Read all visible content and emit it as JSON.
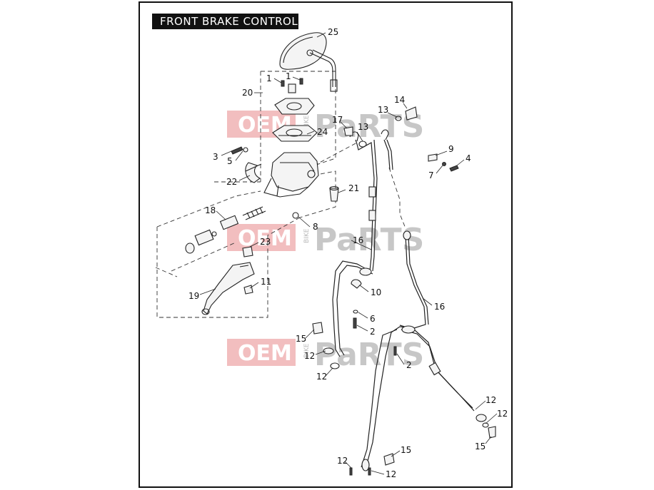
{
  "title": "FRONT BRAKE CONTROL",
  "watermark": {
    "oem": "OEM",
    "bike": "BIKE",
    "parts": "PaRTS",
    "box_color": "#e8898a"
  },
  "callouts": {
    "c25": "25",
    "c1a": "1",
    "c1b": "1",
    "c20": "20",
    "c17": "17",
    "c13a": "13",
    "c24": "24",
    "c14": "14",
    "c13b": "13",
    "c9": "9",
    "c4": "4",
    "c7": "7",
    "c3": "3",
    "c5": "5",
    "c22": "22",
    "c21": "21",
    "c18": "18",
    "c8": "8",
    "c23": "23",
    "c16a": "16",
    "c11": "11",
    "c19": "19",
    "c10": "10",
    "c16b": "16",
    "c6": "6",
    "c2a": "2",
    "c15a": "15",
    "c12a": "12",
    "c12b": "12",
    "c2b": "2",
    "c12c": "12",
    "c12d": "12",
    "c15b": "15",
    "c15c": "15",
    "c12e": "12",
    "c12f": "12"
  }
}
